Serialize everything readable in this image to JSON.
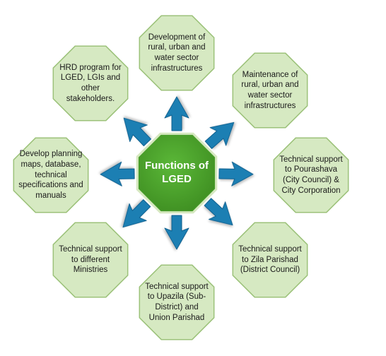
{
  "center": {
    "label": "Functions of LGED",
    "fill": "#4aa02c",
    "stroke": "#d6e8c0"
  },
  "nodes": [
    {
      "label": "Development of rural, urban and water sector infrastructures"
    },
    {
      "label": "Maintenance of rural, urban and water sector infrastructures"
    },
    {
      "label": "Technical support to Pourashava (City Council) & City Corporation"
    },
    {
      "label": "Technical support to Zila Parishad (District Council)"
    },
    {
      "label": "Technical support to Upazila (Sub-District) and Union Parishad"
    },
    {
      "label": "Technical support to different Ministries"
    },
    {
      "label": "Develop planning maps, database, technical specifications and manuals"
    },
    {
      "label": "HRD program for LGED, LGIs and other stakeholders."
    }
  ],
  "colors": {
    "node_fill": "#d6e9c2",
    "node_stroke": "#9cc27a",
    "arrow_fill": "#1f7fb3",
    "arrow_stroke": "#0f5f8e"
  }
}
